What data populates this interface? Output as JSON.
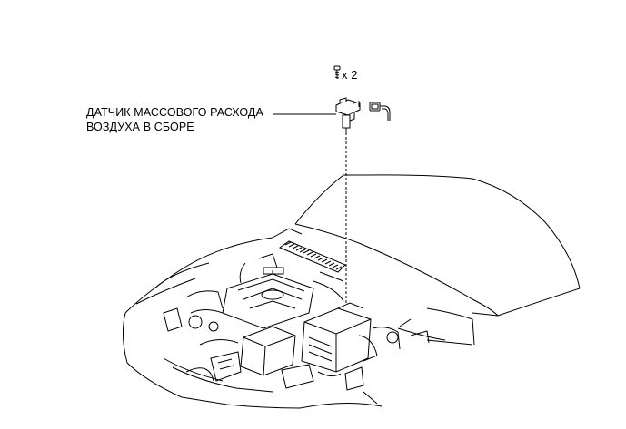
{
  "diagram": {
    "part_label_line1": "ДАТЧИК МАССОВОГО РАСХОДА",
    "part_label_line2": "ВОЗДУХА В СБОРЕ",
    "bolt_quantity": "x 2",
    "icons": [
      "bolt-icon",
      "connector-icon",
      "mass-air-flow-sensor-icon",
      "engine-bay-drawing"
    ]
  }
}
